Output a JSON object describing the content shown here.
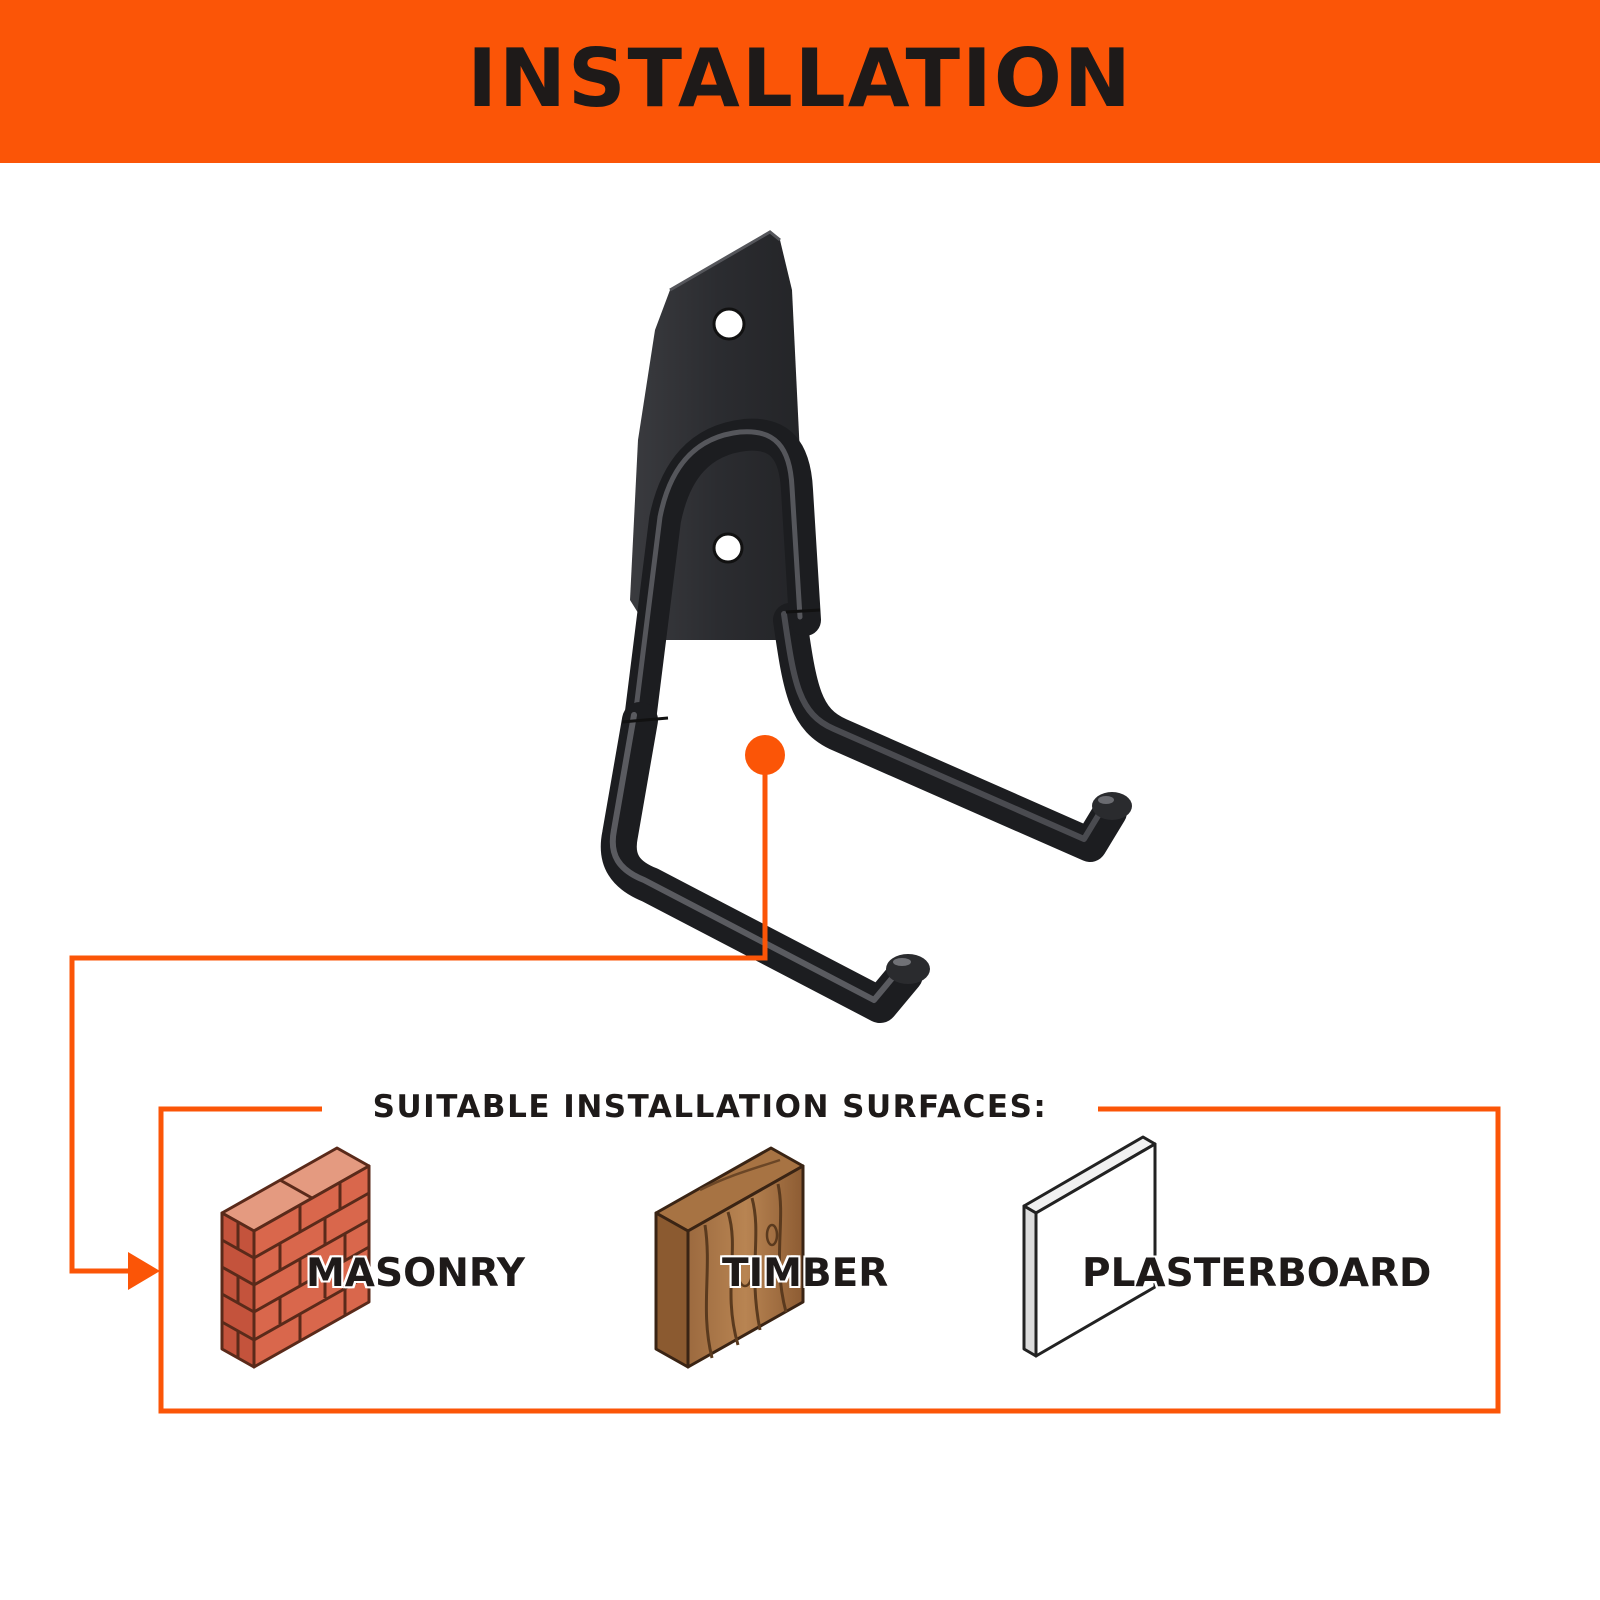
{
  "header": {
    "title": "INSTALLATION"
  },
  "colors": {
    "accent": "#fb5507",
    "text": "#1e1a19",
    "hook": "#2a2b2e"
  },
  "surfaces": {
    "heading": "SUITABLE INSTALLATION SURFACES:",
    "items": [
      {
        "label": "MASONRY",
        "icon": "brick-wall-icon"
      },
      {
        "label": "TIMBER",
        "icon": "wood-block-icon"
      },
      {
        "label": "PLASTERBOARD",
        "icon": "plasterboard-icon"
      }
    ]
  }
}
